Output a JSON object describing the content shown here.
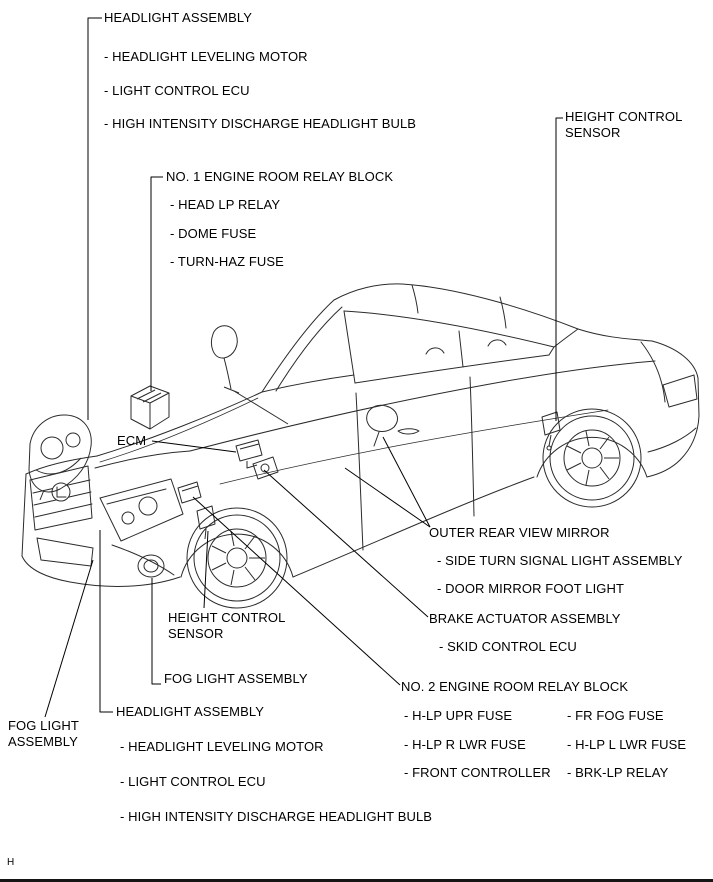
{
  "figure": {
    "kind": "vehicle parts location diagram",
    "footer_mark": "H",
    "line_color": "#2b2b2b",
    "leader_color": "#000000"
  },
  "callouts": {
    "headlight_assembly_front_upper": {
      "title": "HEADLIGHT ASSEMBLY",
      "items": [
        "- HEADLIGHT LEVELING MOTOR",
        "- LIGHT CONTROL ECU",
        "- HIGH INTENSITY DISCHARGE HEADLIGHT BULB"
      ]
    },
    "no1_engine_room_relay_block": {
      "title": "NO. 1 ENGINE ROOM RELAY BLOCK",
      "items": [
        "- HEAD LP RELAY",
        "- DOME FUSE",
        "- TURN-HAZ FUSE"
      ]
    },
    "height_control_sensor_rear": {
      "title": "HEIGHT CONTROL SENSOR"
    },
    "ecm": {
      "title": "ECM"
    },
    "outer_rear_view_mirror": {
      "title": "OUTER REAR VIEW MIRROR",
      "items": [
        "- SIDE TURN SIGNAL LIGHT ASSEMBLY",
        "- DOOR MIRROR FOOT LIGHT"
      ]
    },
    "brake_actuator_assembly": {
      "title": "BRAKE ACTUATOR ASSEMBLY",
      "items": [
        "- SKID CONTROL ECU"
      ]
    },
    "no2_engine_room_relay_block": {
      "title": "NO. 2 ENGINE ROOM RELAY BLOCK",
      "left_items": [
        "- H-LP UPR FUSE",
        "- H-LP R LWR FUSE",
        "- FRONT CONTROLLER"
      ],
      "right_items": [
        "- FR FOG FUSE",
        "- H-LP L LWR FUSE",
        "- BRK-LP RELAY"
      ]
    },
    "height_control_sensor_front": {
      "title": "HEIGHT CONTROL SENSOR"
    },
    "fog_light_assembly_rh": {
      "title": "FOG LIGHT ASSEMBLY"
    },
    "fog_light_assembly_lh": {
      "title": "FOG LIGHT ASSEMBLY"
    },
    "headlight_assembly_front_lower": {
      "title": "HEADLIGHT ASSEMBLY",
      "items": [
        "- HEADLIGHT LEVELING MOTOR",
        "- LIGHT CONTROL ECU",
        "- HIGH INTENSITY DISCHARGE HEADLIGHT BULB"
      ]
    }
  }
}
